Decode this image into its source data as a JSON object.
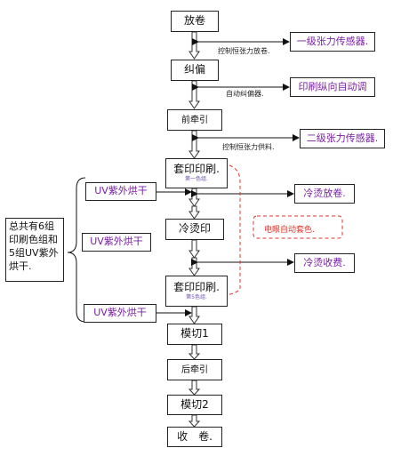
{
  "flow": {
    "unwind": "放卷",
    "correct": "纠偏",
    "front_pull": "前牵引",
    "print1": "套印印刷.",
    "print1_sub": "第一色组.",
    "cold_stamp": "冷烫印",
    "print2": "套印印刷.",
    "print2_sub": "第5色组.",
    "die_cut1": "模切1",
    "rear_pull": "后牵引",
    "die_cut2": "模切2",
    "rewind": "收　卷."
  },
  "side": {
    "tension1": "一级张力传感器.",
    "tension2": "二级张力传感器.",
    "print_auto": "印刷纵向自动调",
    "cold_unwind": "冷烫放卷.",
    "cold_rewind": "冷烫收费.",
    "uv1": "UV紫外烘干",
    "uv2": "UV紫外烘干",
    "uv3": "UV紫外烘干",
    "auto_color": "电眼自动套色."
  },
  "labels": {
    "ctrl_unwind": "控制恒张力放卷.",
    "auto_corrector": "自动纠偏器.",
    "ctrl_feed": "控制恒张力供料."
  },
  "group_note": "总共有6组印刷色组和5组UV紫外烘干."
}
